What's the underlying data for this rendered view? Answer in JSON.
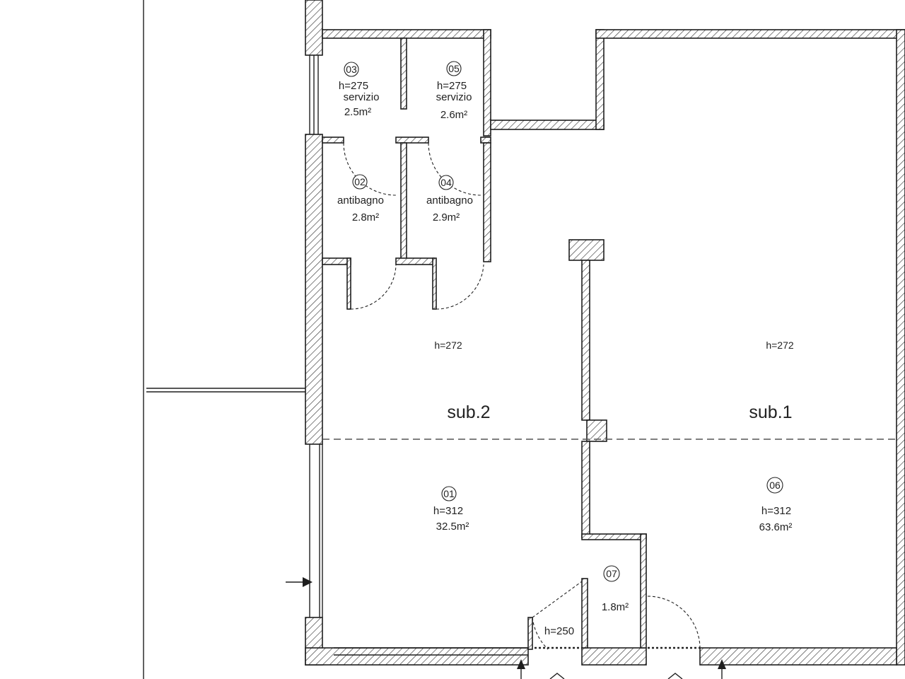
{
  "plan": {
    "units": [
      {
        "label": "sub.2"
      },
      {
        "label": "sub.1"
      }
    ],
    "heights": {
      "sub2_rear": "h=272",
      "sub1_rear": "h=272",
      "service_room_03": "h=275",
      "service_room_05": "h=275",
      "front_room_01": "h=312",
      "front_room_06": "h=312",
      "room_07_entry": "h=250"
    },
    "rooms": {
      "r03": {
        "number": "03",
        "name": "servizio",
        "area": "2.5m²"
      },
      "r05": {
        "number": "05",
        "name": "servizio",
        "area": "2.6m²"
      },
      "r02": {
        "number": "02",
        "name": "antibagno",
        "area": "2.8m²"
      },
      "r04": {
        "number": "04",
        "name": "antibagno",
        "area": "2.9m²"
      },
      "r01": {
        "number": "01",
        "area": "32.5m²"
      },
      "r06": {
        "number": "06",
        "area": "63.6m²"
      },
      "r07": {
        "number": "07",
        "area": "1.8m²"
      }
    },
    "colors": {
      "lines": "#1e1e1e",
      "hatch": "#3a3a3a",
      "background": "#ffffff"
    }
  }
}
